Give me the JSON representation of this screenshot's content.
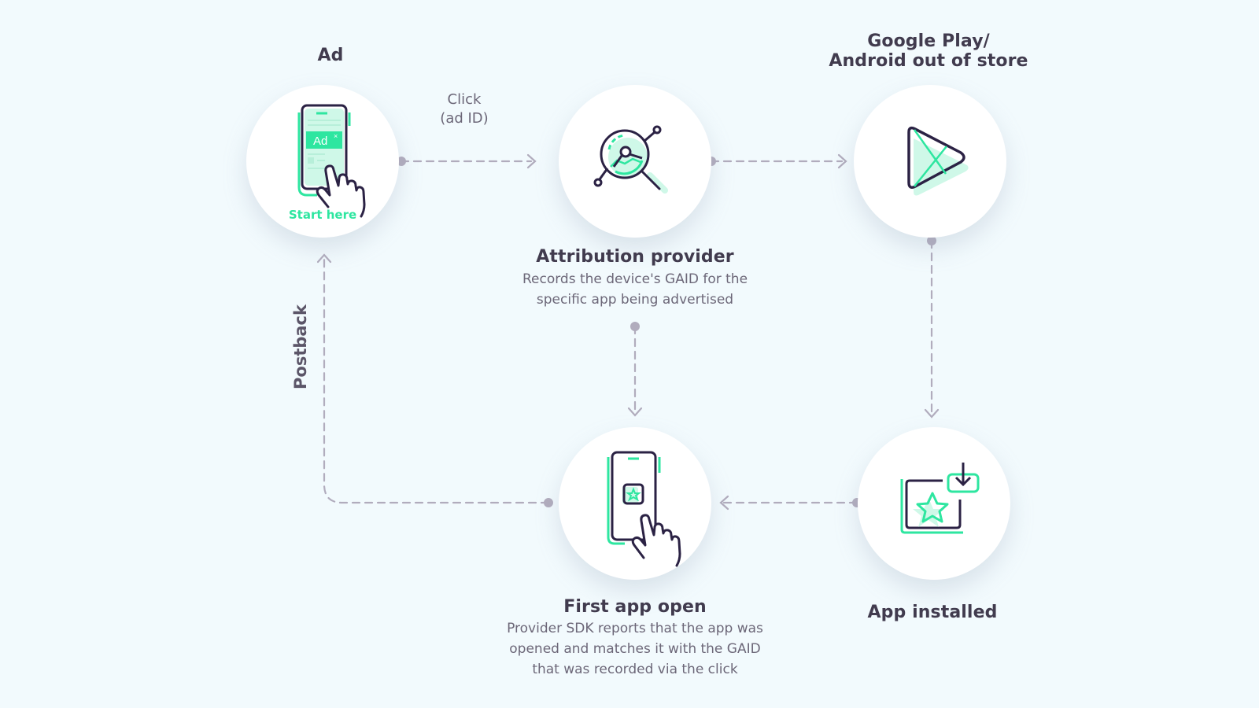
{
  "colors": {
    "background": "#f2fafd",
    "accent_green": "#2ee6a0",
    "accent_green_fill": "#cff8e8",
    "outline_dark": "#2b2244",
    "connector": "#b1acbd",
    "title_text": "#413b4e",
    "desc_text": "#6c6778"
  },
  "nodes": {
    "ad": {
      "title": "Ad",
      "icon": "phone-ad-tap-icon",
      "badge": "Ad",
      "start_label": "Start here"
    },
    "attribution": {
      "title": "Attribution provider",
      "icon": "magnifier-analytics-icon",
      "description_line1": "Records the device's GAID for the",
      "description_line2": "specific app being advertised"
    },
    "store": {
      "title_line1": "Google Play/",
      "title_line2": "Android out of store",
      "icon": "play-store-icon"
    },
    "installed": {
      "title": "App installed",
      "icon": "app-download-star-icon"
    },
    "first_open": {
      "title": "First app open",
      "icon": "phone-app-tap-icon",
      "description_line1": "Provider SDK reports that the app was",
      "description_line2": "opened and matches it with the GAID",
      "description_line3": "that was recorded via the click"
    }
  },
  "edges": {
    "click": {
      "line1": "Click",
      "line2": "(ad ID)"
    },
    "postback": {
      "label": "Postback"
    }
  }
}
